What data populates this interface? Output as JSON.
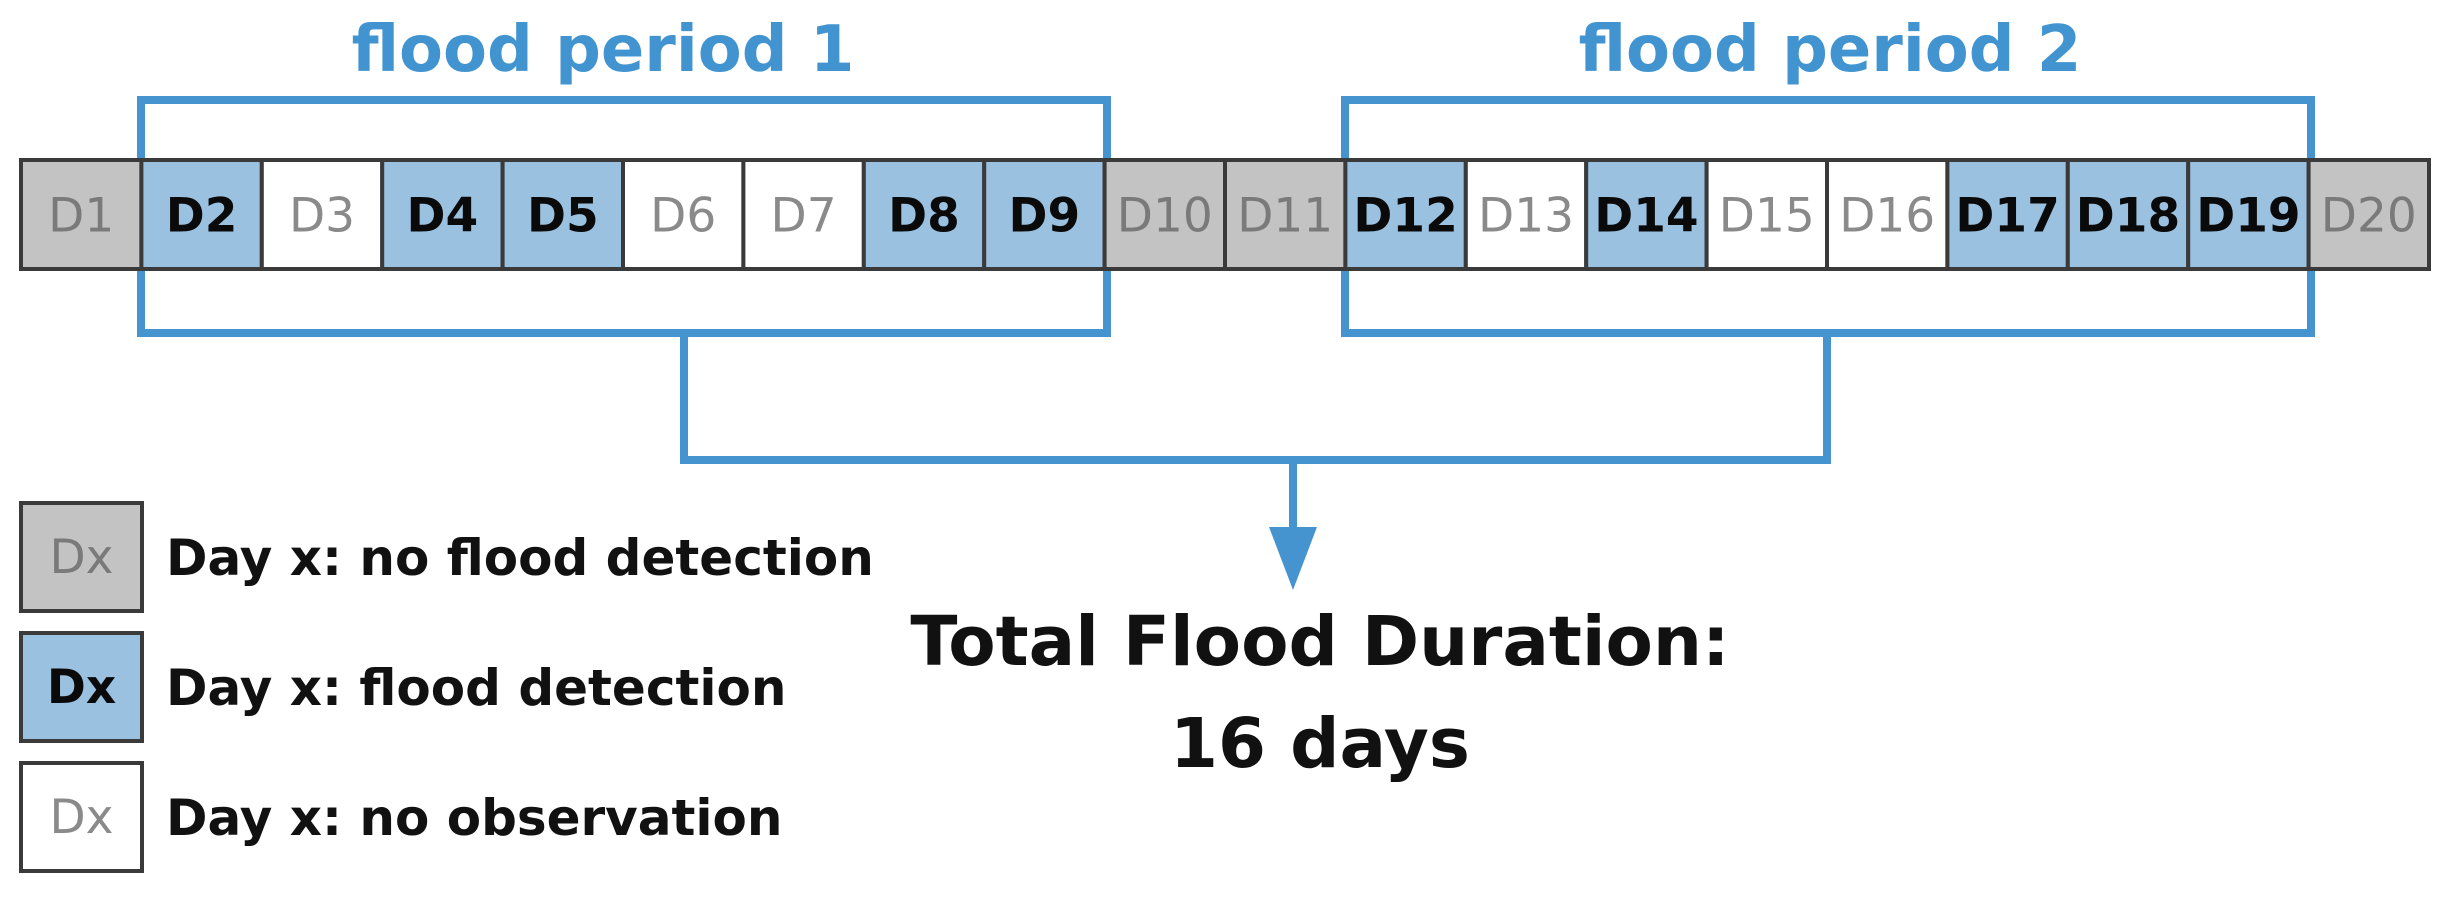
{
  "colors": {
    "period_line": "#4694CF",
    "period_title": "#4294D0",
    "cell_border": "#3A3A3A",
    "no_flood_fill": "#C3C3C3",
    "flood_fill": "#9AC1E0",
    "no_observation_fill": "#FFFFFF",
    "no_flood_text": "#7A7A7A",
    "flood_text": "#0A0A0A",
    "no_observation_text": "#8A8A8A",
    "body_text": "#111111"
  },
  "days": [
    {
      "label": "D1",
      "state": "no_flood"
    },
    {
      "label": "D2",
      "state": "flood"
    },
    {
      "label": "D3",
      "state": "no_observation"
    },
    {
      "label": "D4",
      "state": "flood"
    },
    {
      "label": "D5",
      "state": "flood"
    },
    {
      "label": "D6",
      "state": "no_observation"
    },
    {
      "label": "D7",
      "state": "no_observation"
    },
    {
      "label": "D8",
      "state": "flood"
    },
    {
      "label": "D9",
      "state": "flood"
    },
    {
      "label": "D10",
      "state": "no_flood"
    },
    {
      "label": "D11",
      "state": "no_flood"
    },
    {
      "label": "D12",
      "state": "flood"
    },
    {
      "label": "D13",
      "state": "no_observation"
    },
    {
      "label": "D14",
      "state": "flood"
    },
    {
      "label": "D15",
      "state": "no_observation"
    },
    {
      "label": "D16",
      "state": "no_observation"
    },
    {
      "label": "D17",
      "state": "flood"
    },
    {
      "label": "D18",
      "state": "flood"
    },
    {
      "label": "D19",
      "state": "flood"
    },
    {
      "label": "D20",
      "state": "no_flood"
    }
  ],
  "flood_periods": [
    {
      "title": "flood period 1",
      "first_day": "D2",
      "last_day": "D9"
    },
    {
      "title": "flood period 2",
      "first_day": "D12",
      "last_day": "D19"
    }
  ],
  "legend": [
    {
      "state": "no_flood",
      "box_label": "Dx",
      "text": "Day x: no flood detection"
    },
    {
      "state": "flood",
      "box_label": "Dx",
      "text": "Day x: flood detection"
    },
    {
      "state": "no_observation",
      "box_label": "Dx",
      "text": "Day x: no observation"
    }
  ],
  "total": {
    "line1": "Total Flood Duration:",
    "line2": "16 days"
  }
}
